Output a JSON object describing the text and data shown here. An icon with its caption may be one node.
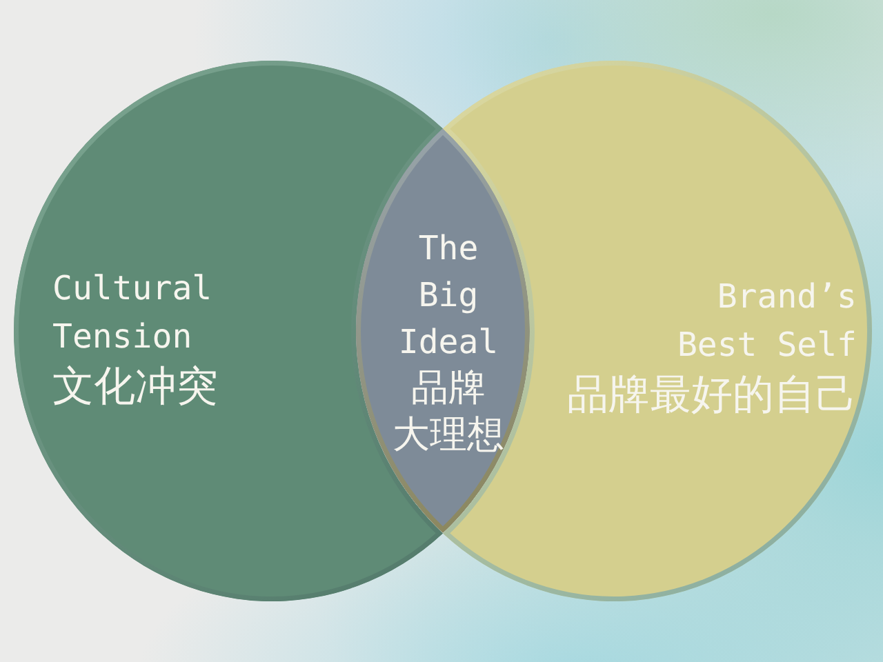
{
  "diagram": {
    "nodes": [
      {
        "text": [
          "Cultural Tension",
          "文化冲突"
        ]
      },
      {
        "text": [
          "The Big Ideal",
          "品牌大理想"
        ]
      },
      {
        "text": [
          "Brand’s Best Self",
          "品牌最好的自己"
        ]
      }
    ]
  }
}
